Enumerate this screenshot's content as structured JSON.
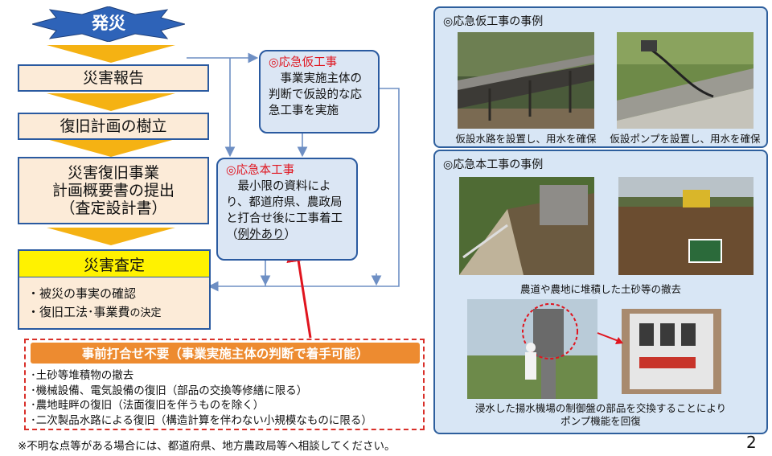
{
  "flow": {
    "burst": "発災",
    "report": "災害報告",
    "plan": "復旧計画の樹立",
    "summary_lines": [
      "災害復旧事業",
      "計画概要書の提出",
      "（査定設計書）"
    ],
    "assessment_title": "災害査定",
    "assessment_items": [
      {
        "prefix": "・",
        "main": "被災の事実の確認",
        "suffix": ""
      },
      {
        "prefix": "・",
        "main": "復旧工法･事業費",
        "suffix": "の決定"
      }
    ]
  },
  "emergency_temp": {
    "title": "◎応急仮工事",
    "body": "事業実施主体の判断で仮設的な応急工事を実施"
  },
  "emergency_main": {
    "title": "◎応急本工事",
    "body": "最小限の資料により、都道府県、農政局と打合せ後に工事着工（",
    "underlined": "例外あり",
    "close": "）"
  },
  "no_prior": {
    "title": "事前打合せ不要（事業実施主体の判断で着手可能）",
    "items": [
      "･土砂等堆積物の撤去",
      "･機械設備、電気設備の復旧（部品の交換等修繕に限る）",
      "･農地畦畔の復旧（法面復旧を伴うものを除く）",
      "･二次製品水路による復旧（構造計算を伴わない小規模なものに限る）"
    ]
  },
  "footnote": "※不明な点等がある場合には、都道府県、地方農政局等へ相談してください。",
  "page_number": "2",
  "panel_temp": {
    "title": "◎応急仮工事の事例",
    "captions": [
      "仮設水路を設置し、用水を確保",
      "仮設ポンプを設置し、用水を確保"
    ]
  },
  "panel_main": {
    "title": "◎応急本工事の事例",
    "caption1": "農道や農地に堆積した土砂等の撤去",
    "caption2_lines": [
      "浸水した揚水機場の制御盤の部品を交換することにより",
      "ポンプ機能を回復"
    ]
  },
  "colors": {
    "accent_blue": "#2a5aa0",
    "box_fill": "#fcebd8",
    "highlight_yellow": "#fff200",
    "alert_red": "#e0141e",
    "orange": "#ed8b30"
  },
  "icons": [
    "burst-shape",
    "down-chevron-arrow",
    "red-pointer-arrow"
  ]
}
